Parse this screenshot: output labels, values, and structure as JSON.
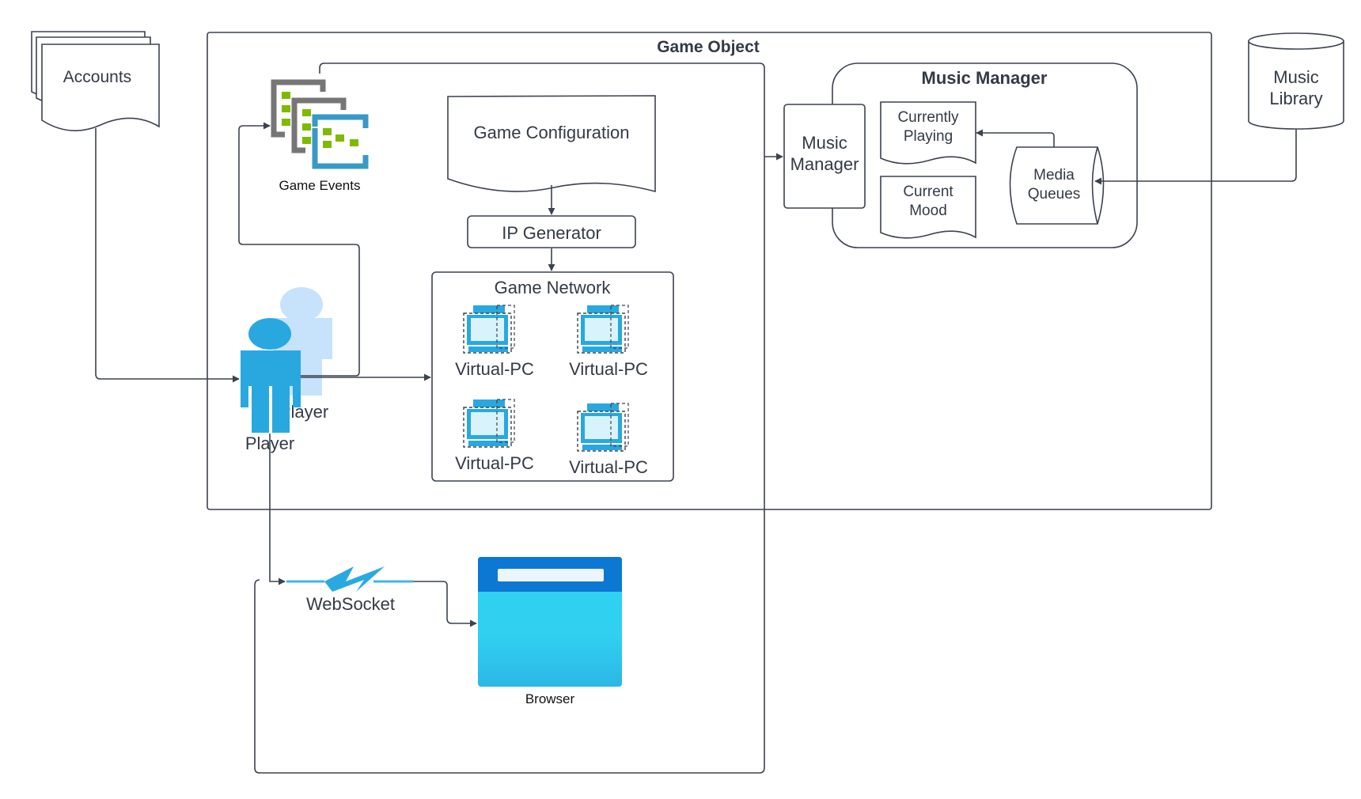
{
  "diagram": {
    "accounts": "Accounts",
    "game_object": "Game Object",
    "game_events": "Game Events",
    "game_configuration": "Game Configuration",
    "ip_generator": "IP Generator",
    "game_network": "Game Network",
    "virtual_pcs": [
      "Virtual-PC",
      "Virtual-PC",
      "Virtual-PC",
      "Virtual-PC"
    ],
    "player_back": "Player",
    "player_front": "Player",
    "music_manager_title": "Music Manager",
    "music_manager_node": [
      "Music",
      "Manager"
    ],
    "currently_playing": [
      "Currently",
      "Playing"
    ],
    "current_mood": [
      "Current",
      "Mood"
    ],
    "media_queues": [
      "Media",
      "Queues"
    ],
    "music_library": [
      "Music",
      "Library"
    ],
    "websocket": "WebSocket",
    "browser": "Browser"
  },
  "colors": {
    "stroke": "#3c424e",
    "text": "#333a45",
    "player_front": "#29a8e0",
    "player_back": "#c7e2fb",
    "pc_blue": "#29a8e0",
    "pc_screen": "#d9f3fc",
    "events_green": "#7fba00",
    "events_gray": "#767676",
    "events_blue": "#3999c6",
    "browser_top": "#0d78d4",
    "browser_body": "#30d0f0",
    "websocket_line": "#40b6e6"
  },
  "icons": {
    "game_events": "event-grid-icon",
    "player": "person-icon",
    "virtual_pc": "virtual-pc-icon",
    "websocket": "lightning-icon",
    "browser": "browser-window-icon"
  }
}
